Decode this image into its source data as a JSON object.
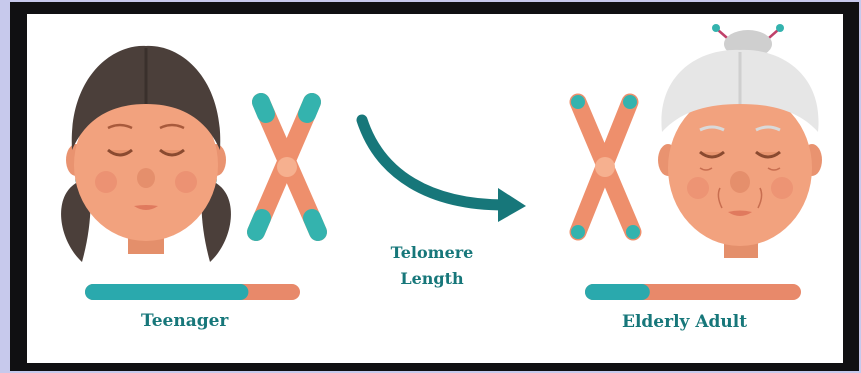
{
  "labels": {
    "teenager": "Teenager",
    "elderly_adult": "Elderly Adult",
    "telomere_line1": "Telomere",
    "telomere_line2": "Length"
  },
  "telomere_bars": {
    "teenager_teal_fraction": 0.76,
    "elderly_teal_fraction": 0.3
  },
  "colors": {
    "teal": "#17777a",
    "bar_teal": "#2aa9ad",
    "bar_orange": "#e8896a",
    "skin": "#f2a27e",
    "dark_hair": "#4b3f3a",
    "grey_hair": "#e6e6e6",
    "chromosome": "#ee8f6c",
    "telomere_tip": "#34b3ae"
  }
}
